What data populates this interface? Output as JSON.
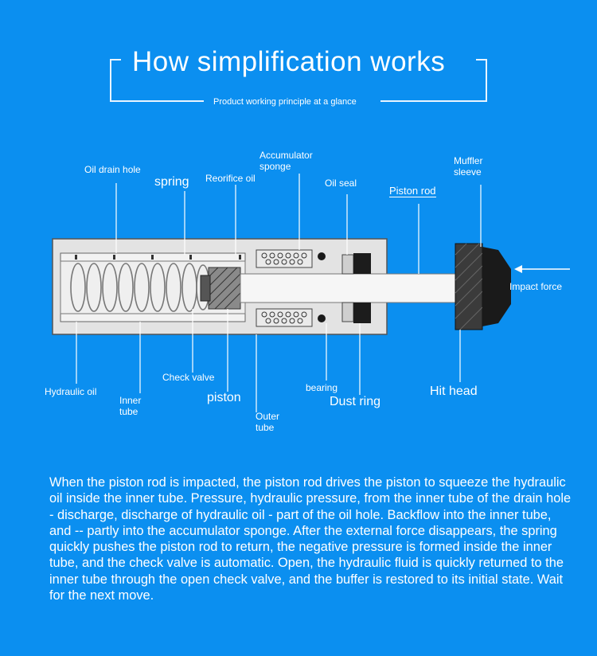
{
  "header": {
    "title": "How simplification works",
    "subtitle": "Product working principle at a glance"
  },
  "labels": {
    "oil_drain_hole": "Oil drain hole",
    "spring": "spring",
    "reorifice_oil": "Reorifice oil",
    "accumulator_sponge_1": "Accumulator",
    "accumulator_sponge_2": "sponge",
    "oil_seal": "Oil seal",
    "piston_rod": "Piston rod",
    "muffler_sleeve_1": "Muffler",
    "muffler_sleeve_2": "sleeve",
    "impact_force": "Impact force",
    "hydraulic_oil": "Hydraulic oil",
    "inner_tube_1": "Inner",
    "inner_tube_2": "tube",
    "check_valve": "Check valve",
    "piston": "piston",
    "outer_tube_1": "Outer",
    "outer_tube_2": "tube",
    "bearing": "bearing",
    "dust_ring": "Dust ring",
    "hit_head": "Hit head"
  },
  "description": "When the piston rod is impacted, the piston rod drives the piston to squeeze the hydraulic oil inside the inner tube. Pressure, hydraulic pressure, from the inner tube of the drain hole - discharge, discharge of hydraulic oil - part of the oil hole. Backflow into the inner tube, and -- partly into the accumulator sponge. After the external force disappears, the spring quickly pushes the piston rod to return, the negative pressure is formed inside the inner tube, and the check valve is automatic. Open, the hydraulic fluid is quickly returned to the inner tube through the open check valve, and the buffer is restored to its initial state. Wait for the next move.",
  "colors": {
    "background": "#0b8ff0",
    "body_fill": "#e6e6e6",
    "dark": "#1a1a1a",
    "rod": "#f4f4f4"
  }
}
